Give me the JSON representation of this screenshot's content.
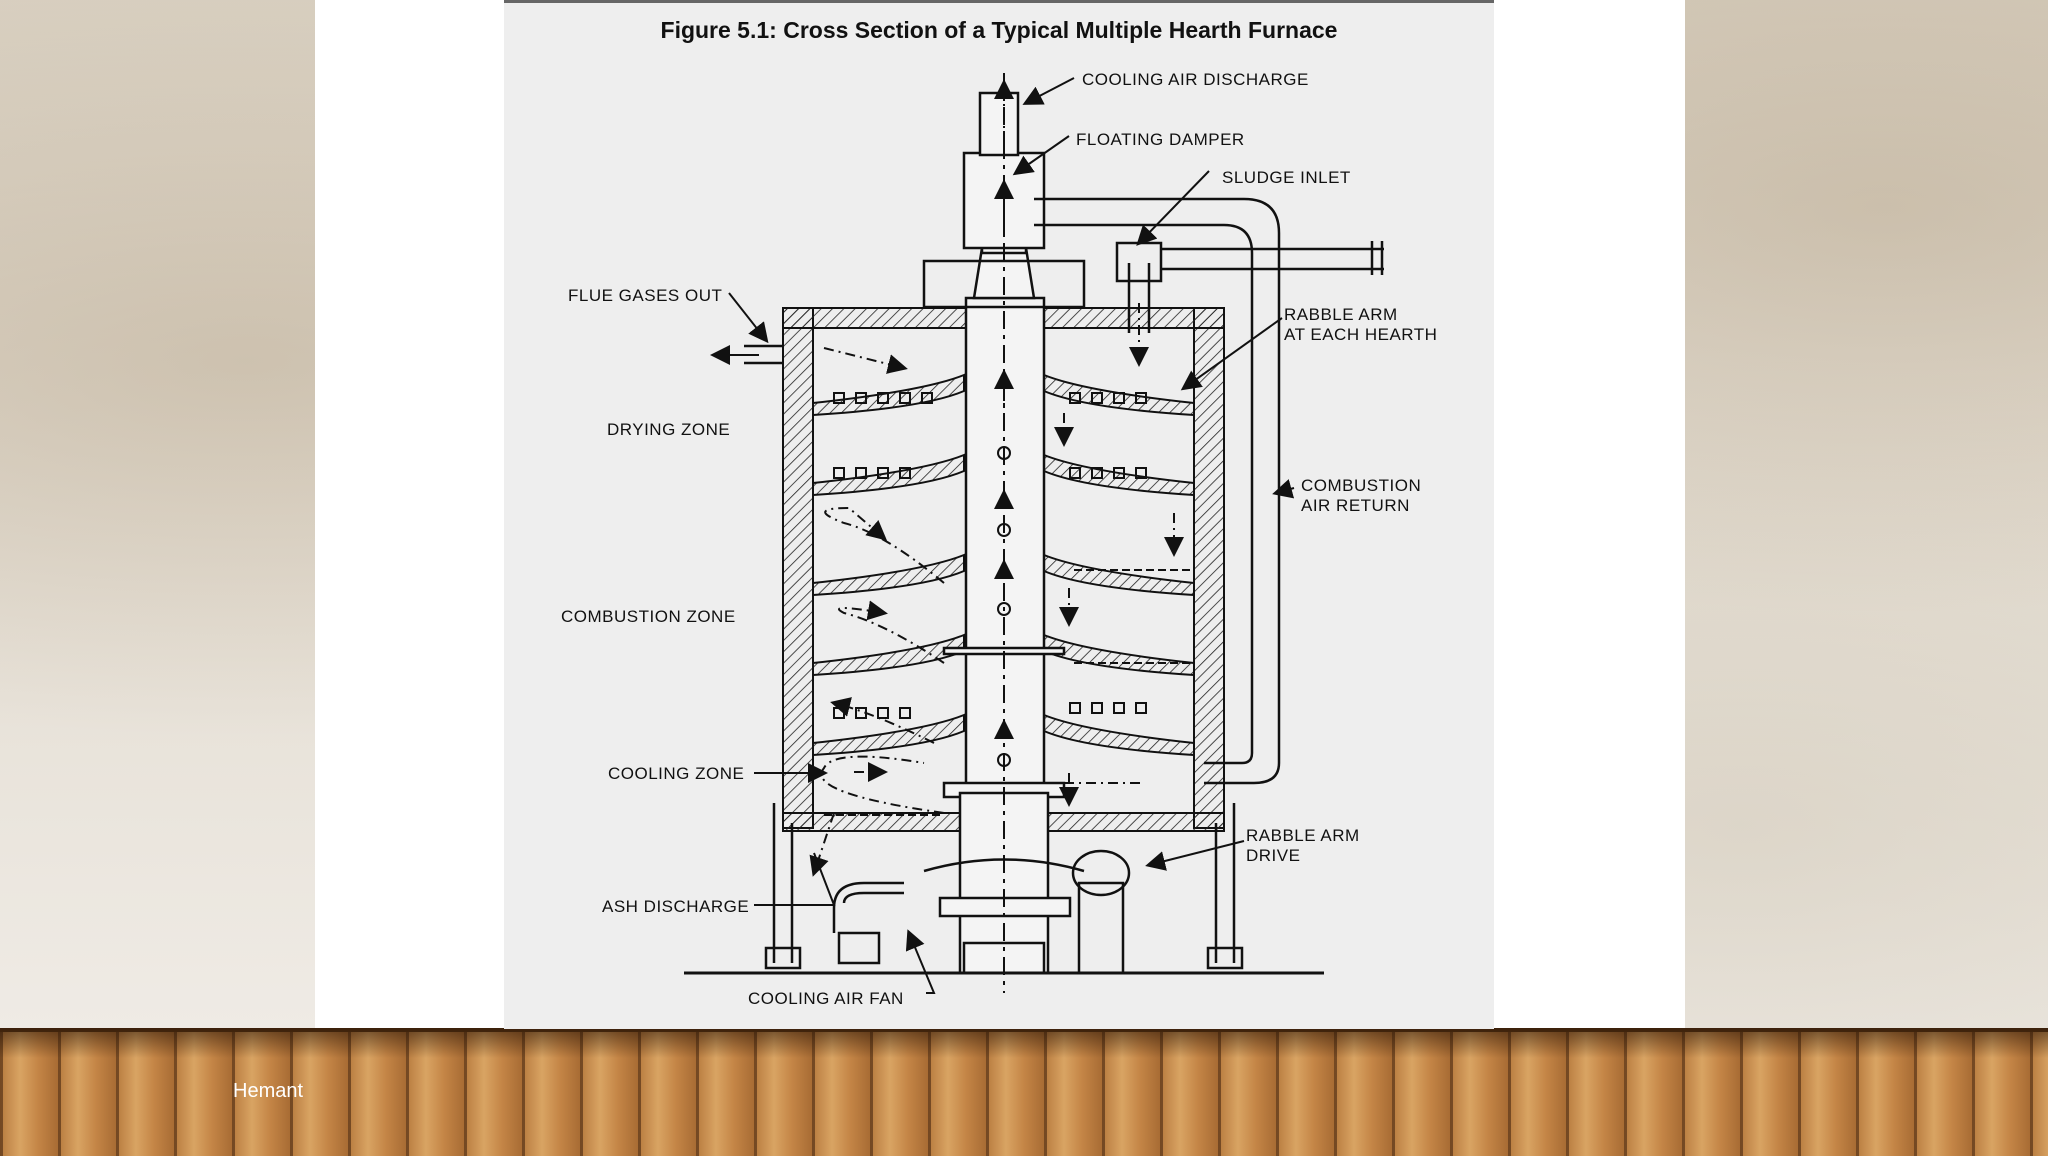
{
  "figure": {
    "title": "Figure 5.1: Cross Section of a Typical Multiple Hearth Furnace",
    "labels": {
      "cooling_air_discharge": "COOLING AIR DISCHARGE",
      "floating_damper": "FLOATING DAMPER",
      "sludge_inlet": "SLUDGE INLET",
      "flue_gases_out": "FLUE GASES OUT",
      "rabble_arm_line1": "RABBLE ARM",
      "rabble_arm_line2": "AT EACH HEARTH",
      "drying_zone": "DRYING ZONE",
      "combustion_air_line1": "COMBUSTION",
      "combustion_air_line2": "AIR RETURN",
      "combustion_zone": "COMBUSTION ZONE",
      "cooling_zone": "COOLING ZONE",
      "rabble_drive_line1": "RABBLE ARM",
      "rabble_drive_line2": "DRIVE",
      "ash_discharge": "ASH DISCHARGE",
      "cooling_air_fan": "COOLING AIR FAN"
    }
  },
  "footer": {
    "author": "Hemant"
  }
}
